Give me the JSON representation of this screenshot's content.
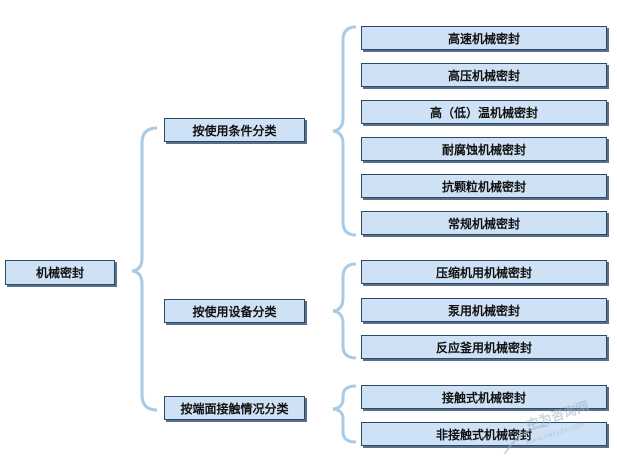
{
  "root": {
    "label": "机械密封"
  },
  "categories": [
    {
      "label": "按使用条件分类",
      "items": [
        "高速机械密封",
        "高压机械密封",
        "高（低）温机械密封",
        "耐腐蚀机械密封",
        "抗颗粒机械密封",
        "常规机械密封"
      ]
    },
    {
      "label": "按使用设备分类",
      "items": [
        "压缩机用机械密封",
        "泵用机械密封",
        "反应釜用机械密封"
      ]
    },
    {
      "label": "按端面接触情况分类",
      "items": [
        "接触式机械密封",
        "非接触式机械密封"
      ]
    }
  ],
  "watermark": {
    "text": "中为咨询网",
    "url": "www.zwzyzx.com",
    "color": "#9fb3c8"
  },
  "colors": {
    "box_fill": "#cfe2f5",
    "box_border": "#2a4a6a",
    "brace": "#a9cbe6"
  }
}
